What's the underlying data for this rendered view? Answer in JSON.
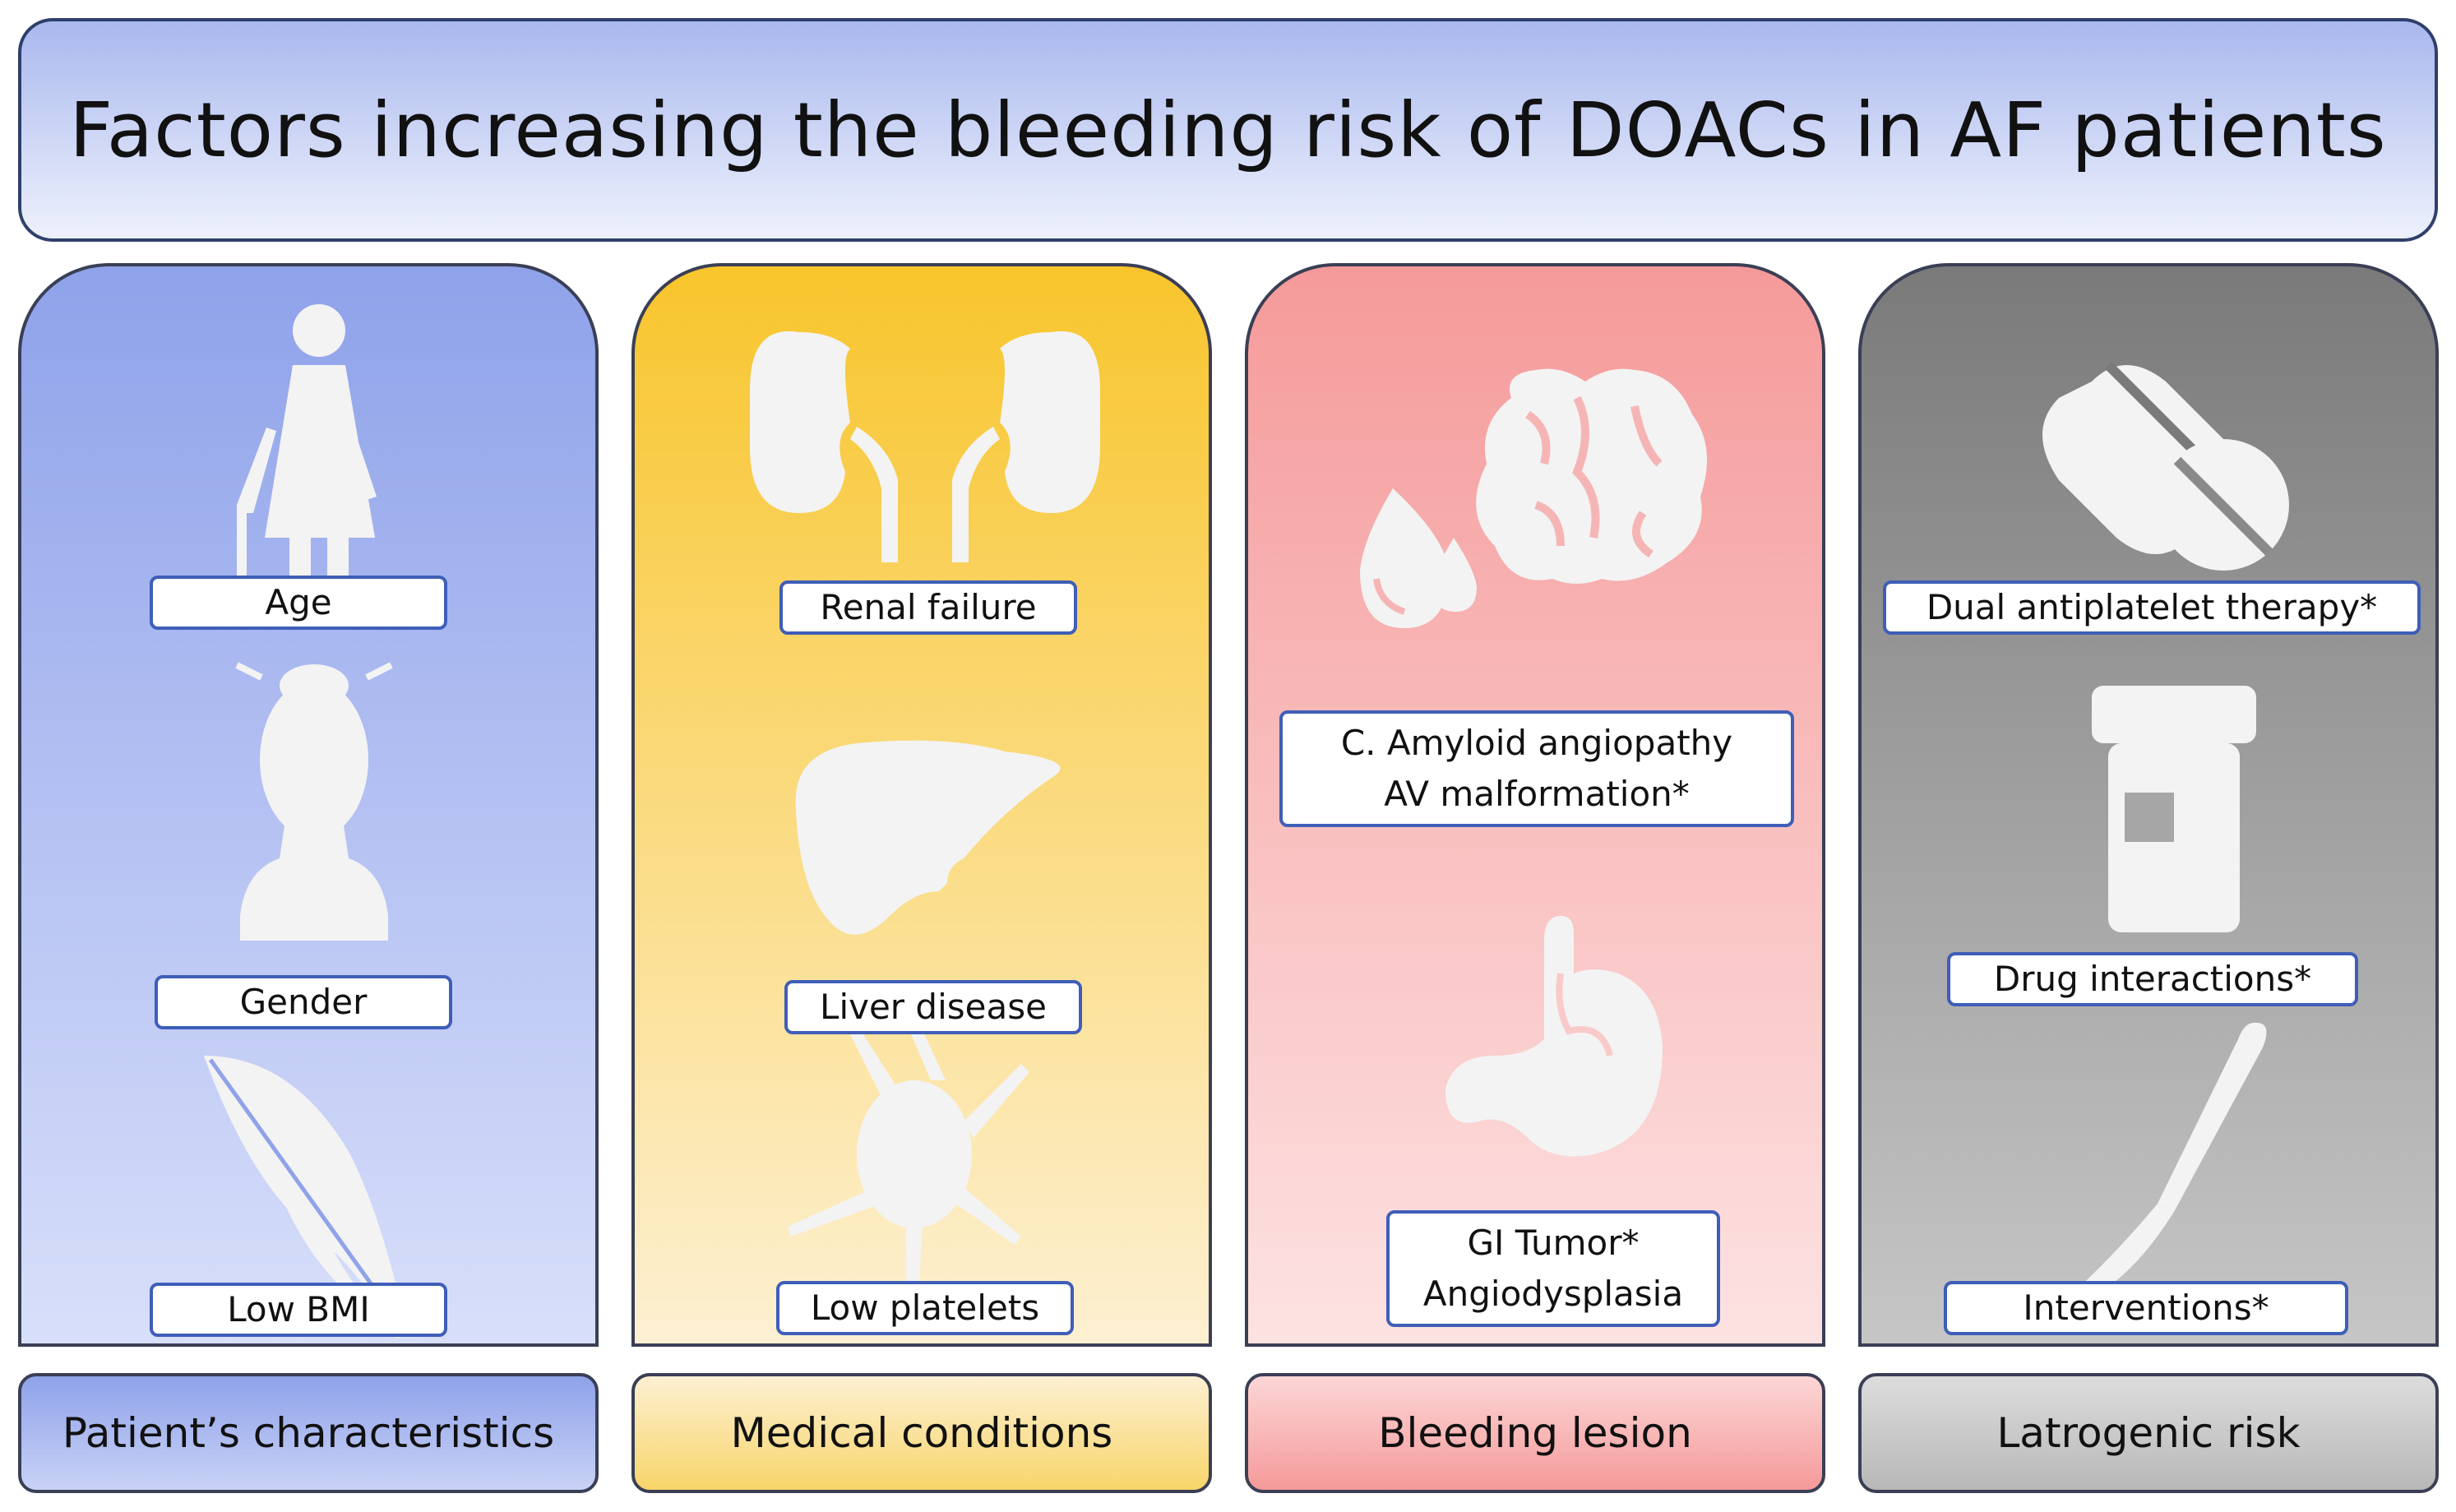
{
  "title": "Factors increasing the bleeding risk of DOACs in AF patients",
  "columns": [
    {
      "category": "Patient’s characteristics",
      "items": [
        {
          "icon": "elderly-person-icon",
          "label": "Age"
        },
        {
          "icon": "woman-bust-icon",
          "label": "Gender"
        },
        {
          "icon": "feather-icon",
          "label": "Low BMI"
        }
      ]
    },
    {
      "category": "Medical conditions",
      "items": [
        {
          "icon": "kidneys-icon",
          "label": "Renal failure"
        },
        {
          "icon": "liver-icon",
          "label": "Liver disease"
        },
        {
          "icon": "platelet-icon",
          "label": "Low platelets"
        }
      ]
    },
    {
      "category": "Bleeding lesion",
      "items": [
        {
          "icon": "brain-blood-drops-icon",
          "label_line1": "C. Amyloid angiopathy",
          "label_line2": "AV malformation*"
        },
        {
          "icon": "stomach-icon",
          "label_line1": "GI Tumor*",
          "label_line2": "Angiodysplasia"
        }
      ]
    },
    {
      "category": "Latrogenic risk",
      "items": [
        {
          "icon": "pills-icon",
          "label": "Dual antiplatelet therapy*"
        },
        {
          "icon": "pill-bottle-icon",
          "label": "Drug interactions*"
        },
        {
          "icon": "scalpel-icon",
          "label": "Interventions*"
        }
      ]
    }
  ],
  "colors": {
    "blue": "#8fa2ea",
    "yellow": "#f8c52c",
    "red": "#f59a9a",
    "gray": "#7a7a7a",
    "label_border": "#3f5eb8"
  }
}
